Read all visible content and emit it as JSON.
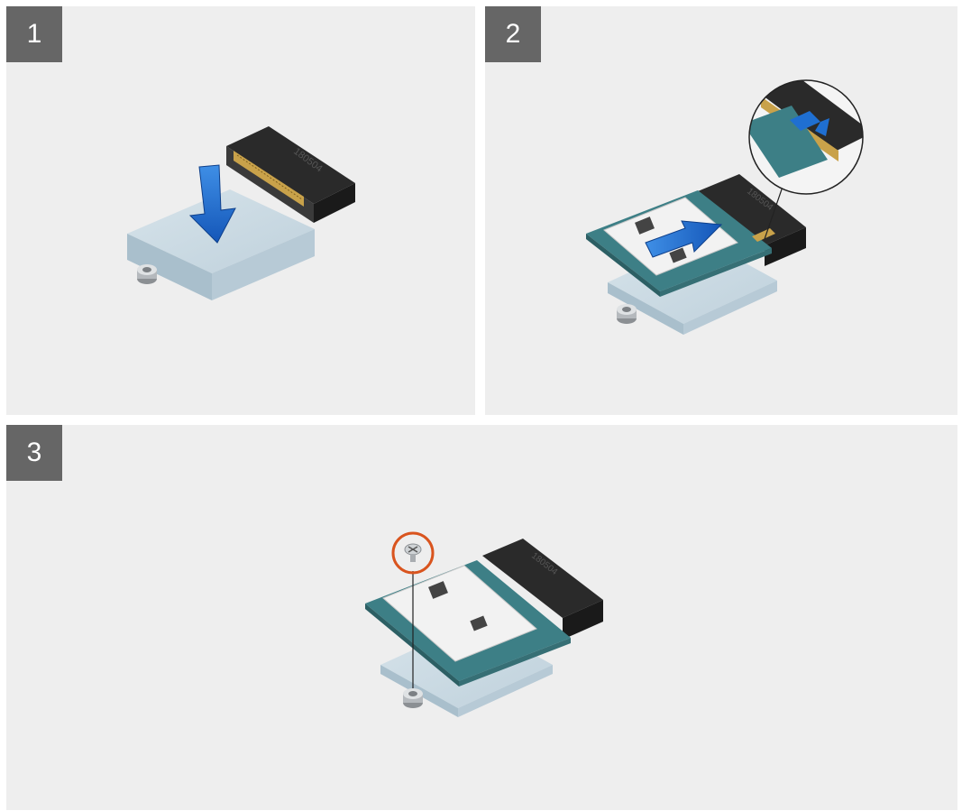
{
  "steps": [
    {
      "number": "1"
    },
    {
      "number": "2"
    },
    {
      "number": "3"
    }
  ],
  "connector_label": "180504",
  "colors": {
    "panel_bg": "#eeeeee",
    "badge_bg": "#666666",
    "arrow_blue": "#1f6fd1",
    "thermal_pad": "#c5d6e0",
    "pcb_green": "#3d7f86",
    "callout_orange": "#d9541e"
  },
  "icons": [
    "down-arrow-icon",
    "right-arrow-icon",
    "screw-icon",
    "callout-circle-icon"
  ]
}
